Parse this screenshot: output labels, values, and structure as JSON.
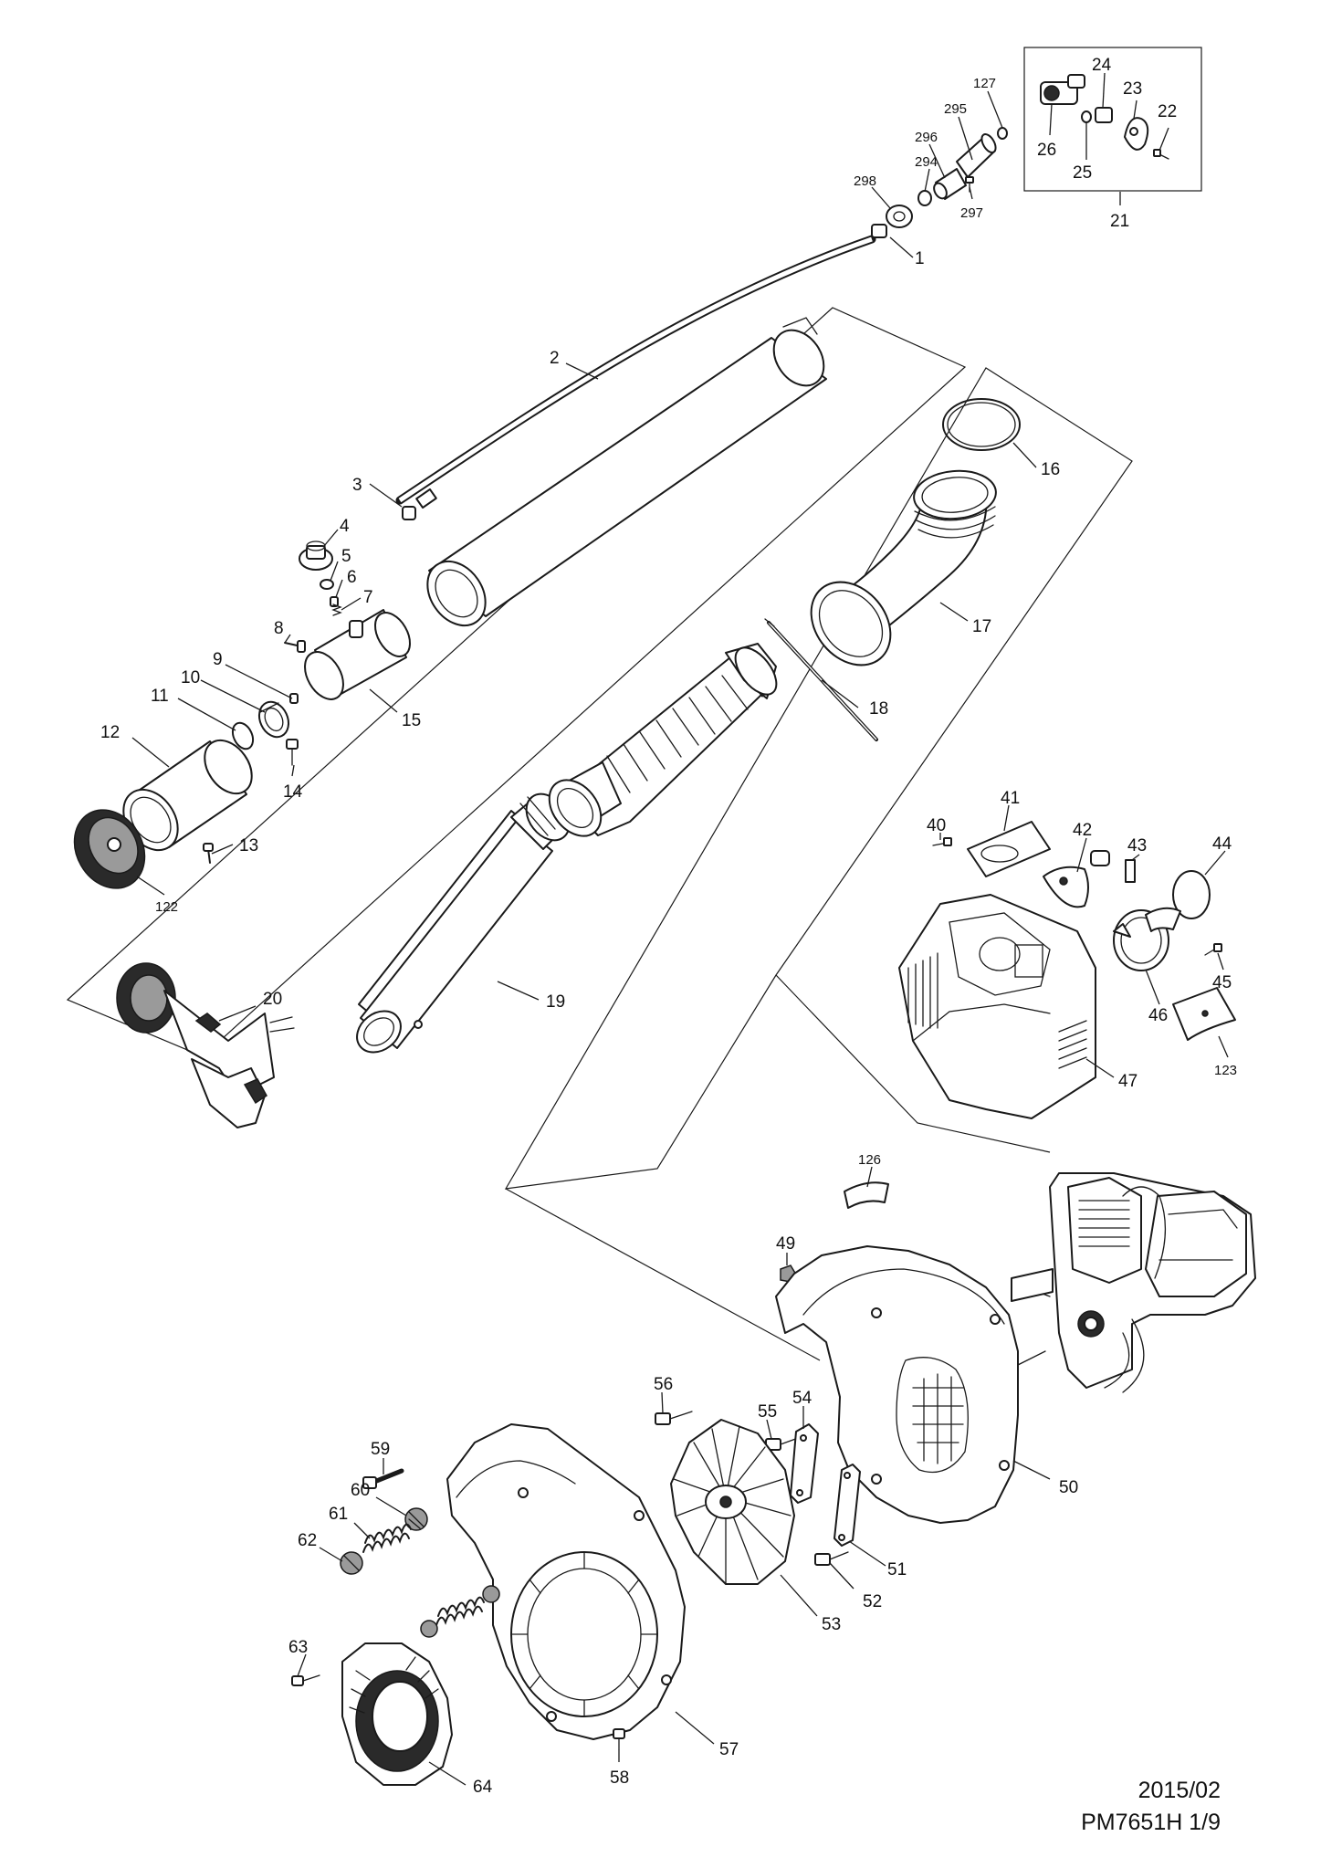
{
  "footer": {
    "date": "2015/02",
    "page_ref": "PM7651H 1/9"
  },
  "labels": {
    "p1": "1",
    "p2": "2",
    "p3": "3",
    "p4": "4",
    "p5": "5",
    "p6": "6",
    "p7": "7",
    "p8": "8",
    "p9": "9",
    "p10": "10",
    "p11": "11",
    "p12": "12",
    "p13": "13",
    "p14": "14",
    "p15": "15",
    "p16": "16",
    "p17": "17",
    "p18": "18",
    "p19": "19",
    "p20": "20",
    "p21": "21",
    "p22": "22",
    "p23": "23",
    "p24": "24",
    "p25": "25",
    "p26": "26",
    "p40": "40",
    "p41": "41",
    "p42": "42",
    "p43": "43",
    "p44": "44",
    "p45": "45",
    "p46": "46",
    "p47": "47",
    "p49": "49",
    "p50": "50",
    "p51": "51",
    "p52": "52",
    "p53": "53",
    "p54": "54",
    "p55": "55",
    "p56": "56",
    "p57": "57",
    "p58": "58",
    "p59": "59",
    "p60": "60",
    "p61": "61",
    "p62": "62",
    "p63": "63",
    "p64": "64",
    "p122": "122",
    "p123": "123",
    "p126": "126",
    "p127": "127",
    "p294": "294",
    "p295": "295",
    "p296": "296",
    "p297": "297",
    "p298": "298"
  }
}
